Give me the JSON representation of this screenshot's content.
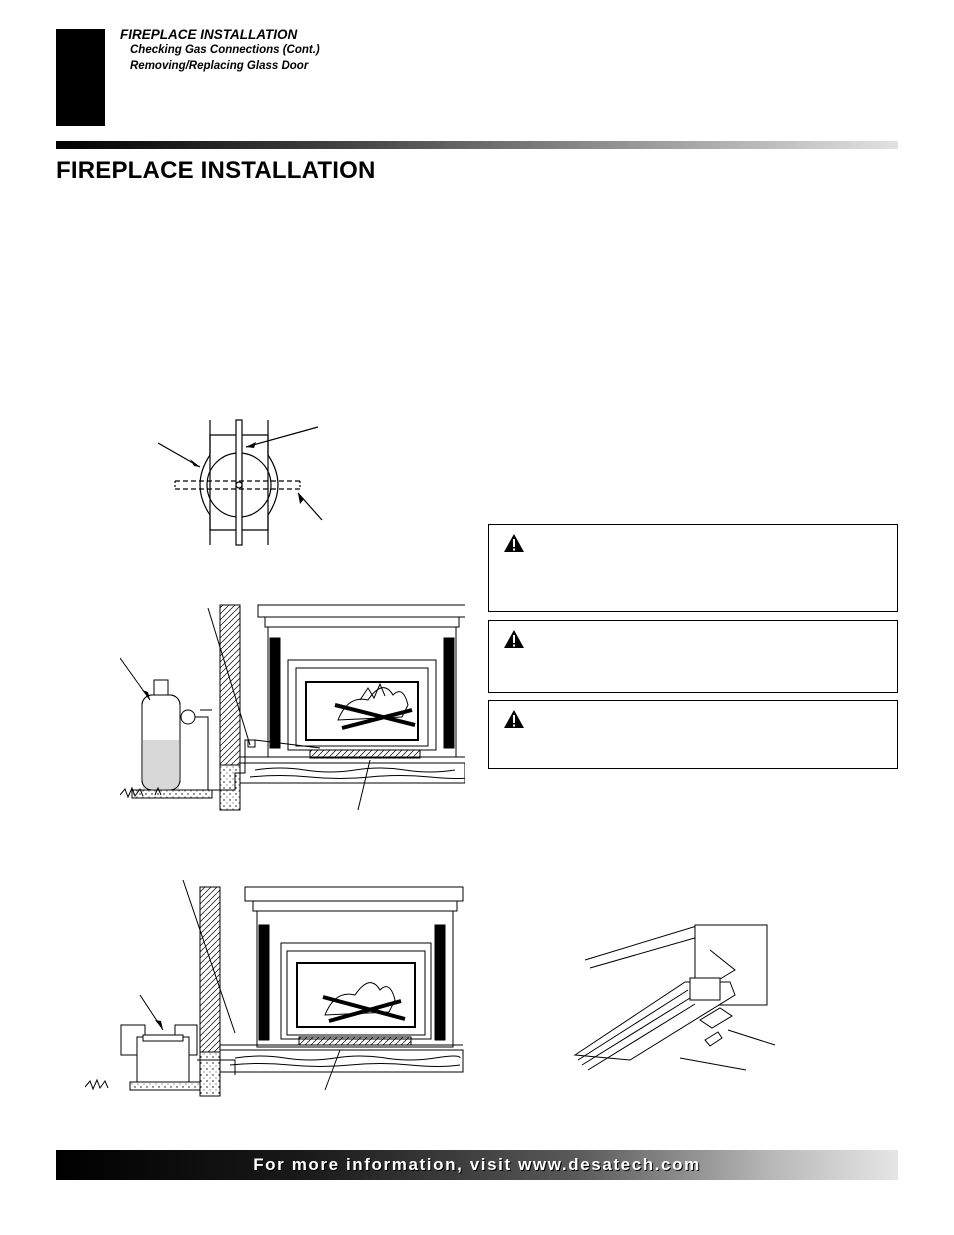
{
  "header": {
    "section": "FIREPLACE INSTALLATION",
    "sub_items": [
      "Checking Gas Connections (Cont.)",
      "Removing/Replacing Glass Door"
    ]
  },
  "title": "FIREPLACE INSTALLATION",
  "footer": {
    "text": "For more information, visit www.desatech.com"
  },
  "icons": {
    "warning": "warning-triangle-icon"
  }
}
